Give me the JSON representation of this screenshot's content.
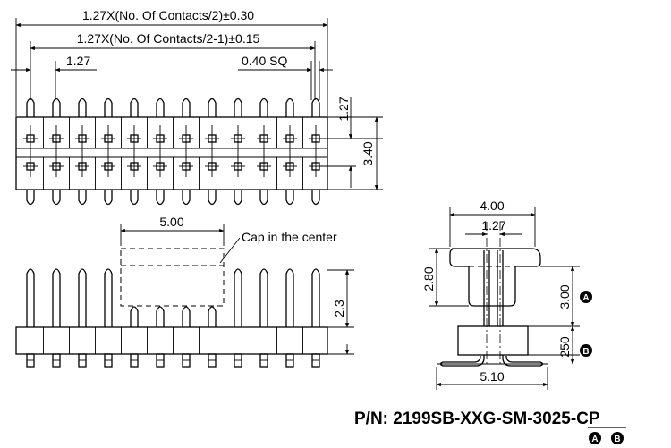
{
  "dimensions": {
    "overall_width": "1.27X(No. Of Contacts/2)±0.30",
    "pin_span": "1.27X(No. Of Contacts/2-1)±0.15",
    "pitch": "1.27",
    "pin_square": "0.40 SQ",
    "row_pitch": "1.27",
    "row_height": "3.40",
    "cap_width": "5.00",
    "cap_label": "Cap in the center",
    "cap_height": "2.3",
    "side_width": "4.00",
    "side_pitch": "1.27",
    "side_cap_height": "2.80",
    "mating_length_A": "3.00",
    "insulator_height_B": "250",
    "footprint_width": "5.10"
  },
  "part_number": {
    "label": "P/N: 2199SB-XXG-SM-30",
    "a_digit": "2",
    "b_digit": "5",
    "suffix": "-CP",
    "badge_a": "A",
    "badge_b": "B"
  }
}
